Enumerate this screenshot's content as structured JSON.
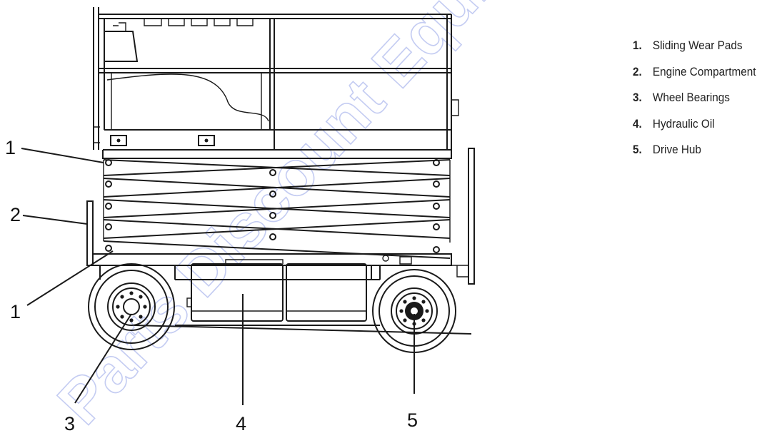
{
  "diagram": {
    "legend": [
      {
        "num": "1.",
        "label": "Sliding Wear Pads"
      },
      {
        "num": "2.",
        "label": "Engine Compartment"
      },
      {
        "num": "3.",
        "label": "Wheel Bearings"
      },
      {
        "num": "4.",
        "label": "Hydraulic Oil"
      },
      {
        "num": "5.",
        "label": "Drive Hub"
      }
    ],
    "callouts": [
      "1",
      "2",
      "1",
      "3",
      "4",
      "5"
    ],
    "watermark": "Parts Discount Equipment",
    "colors": {
      "line": "#1a1a1a",
      "watermark": "#c4ccf2",
      "text": "#222222"
    }
  }
}
